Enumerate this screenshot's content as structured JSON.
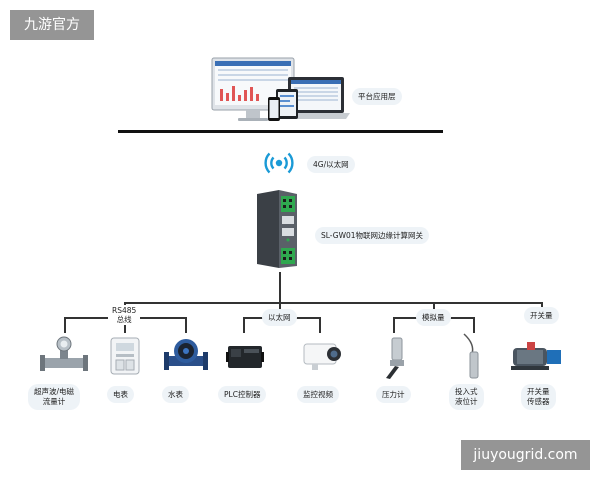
{
  "watermark": {
    "top_left": "九游官方",
    "bottom_right": "jiuyougrid.com"
  },
  "layers": {
    "platform": "平台应用层",
    "network": "4G/以太网",
    "gateway": "SL-GW01物联网边缘计算网关"
  },
  "branches": {
    "rs485": [
      "RS485",
      "总线"
    ],
    "ethernet": "以太网",
    "analog": "模拟量",
    "switch": "开关量"
  },
  "devices": [
    {
      "id": "flowmeter",
      "lines": [
        "超声波/电磁",
        "流量计"
      ]
    },
    {
      "id": "meter",
      "lines": [
        "电表"
      ]
    },
    {
      "id": "water",
      "lines": [
        "水表"
      ]
    },
    {
      "id": "plc",
      "lines": [
        "PLC控制器"
      ]
    },
    {
      "id": "camera",
      "lines": [
        "监控视频"
      ]
    },
    {
      "id": "pressure",
      "lines": [
        "压力计"
      ]
    },
    {
      "id": "level",
      "lines": [
        "投入式",
        "液位计"
      ]
    },
    {
      "id": "switch",
      "lines": [
        "开关量",
        "传感器"
      ]
    }
  ],
  "colors": {
    "line": "#333333",
    "pill_bg": "#eef3f7",
    "accent": "#1a9ad6",
    "gateway_green": "#2fa84f"
  }
}
